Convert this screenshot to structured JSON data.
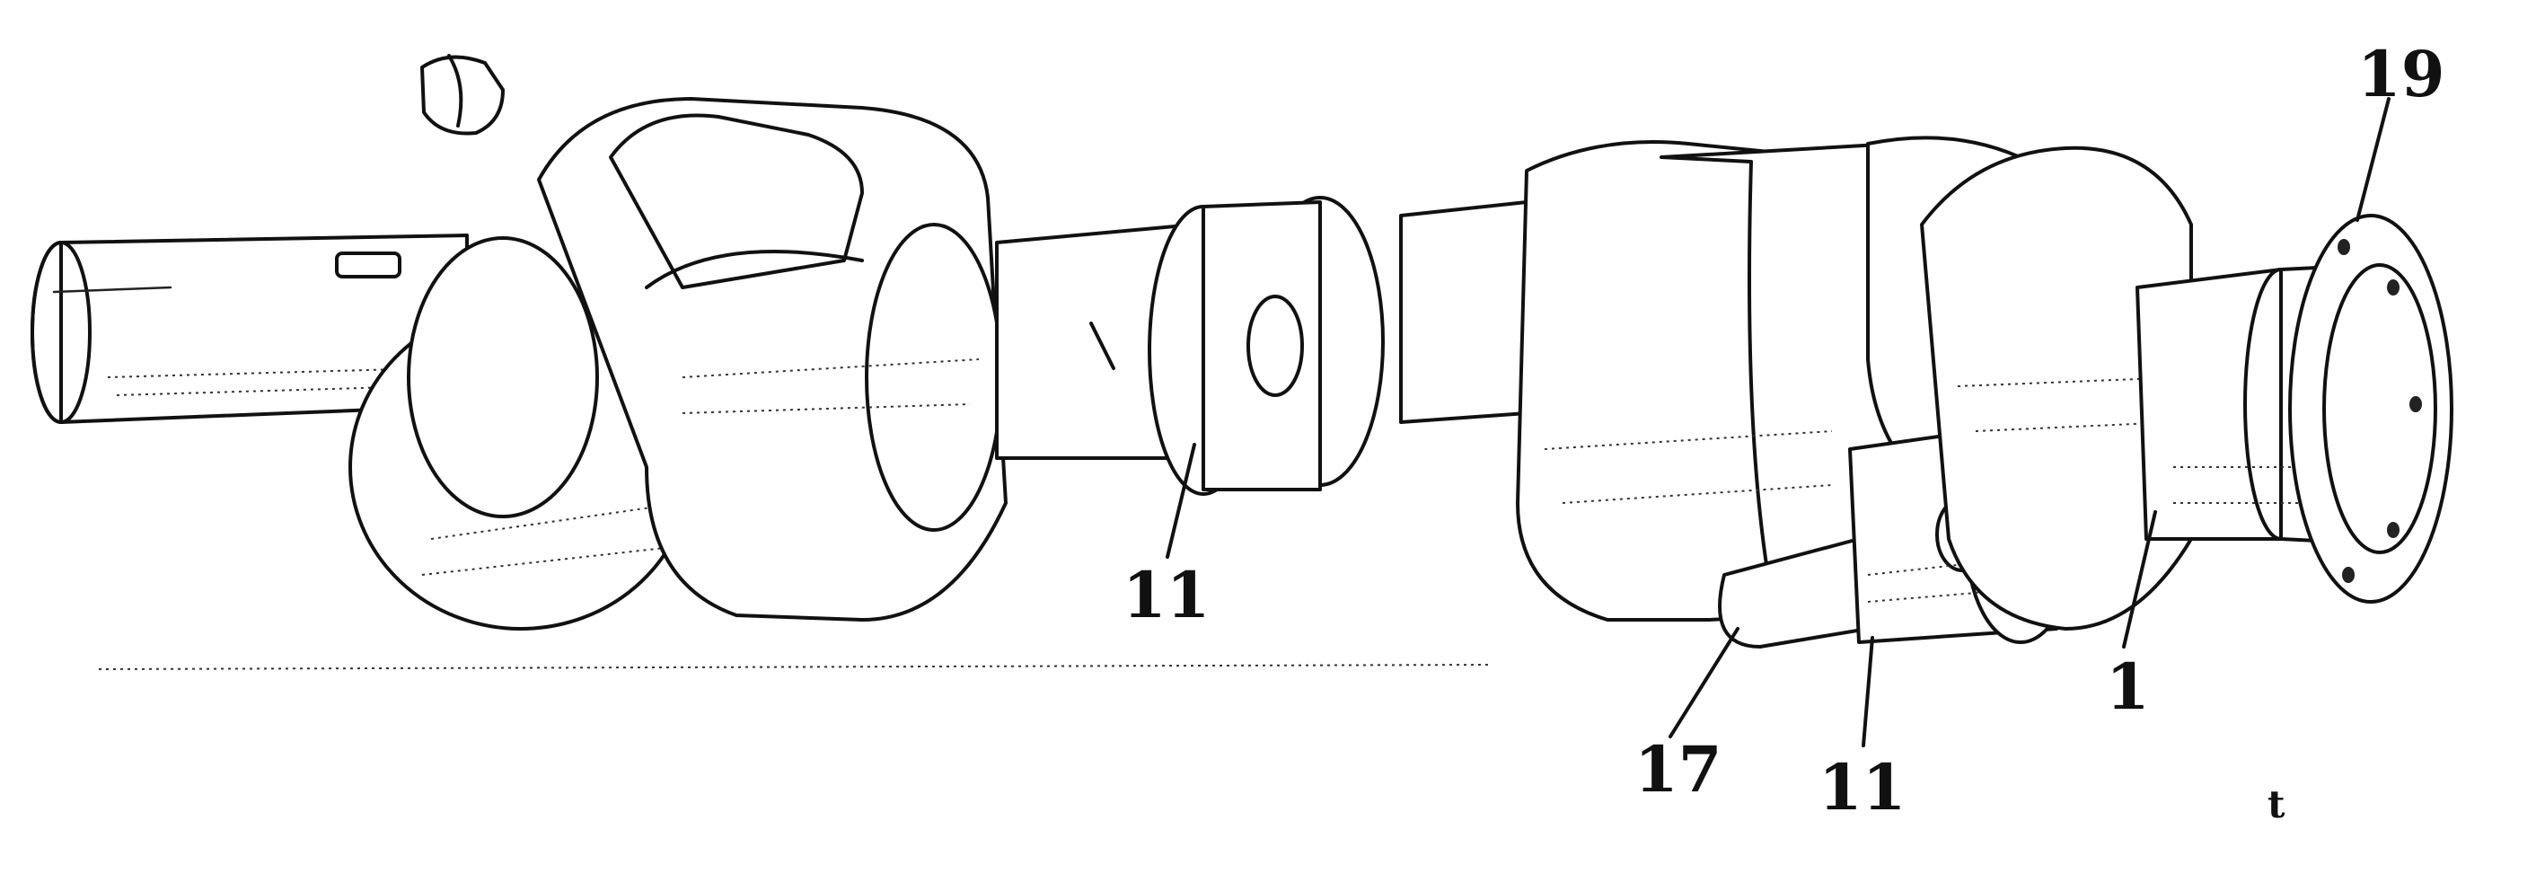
{
  "callouts": {
    "c19": "19",
    "c11_left": "11",
    "c17": "17",
    "c11_right": "11",
    "c1": "1"
  },
  "stray_mark": "t"
}
